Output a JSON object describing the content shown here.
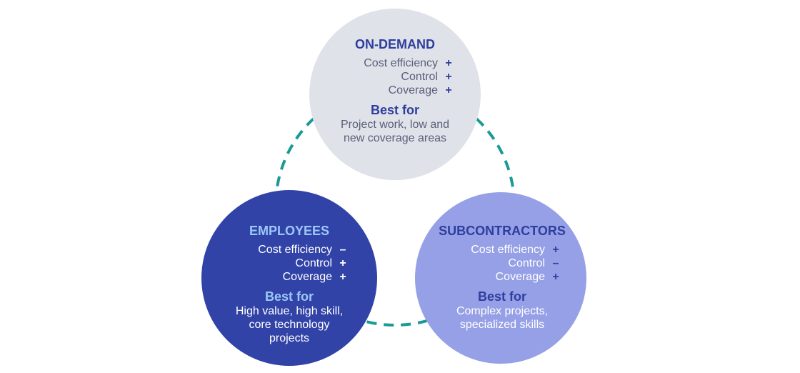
{
  "colors": {
    "dashed_ring": "#1a9a96",
    "on_demand_fill": "#dfe2e8",
    "employees_fill": "#3243a8",
    "subcontractors_fill": "#96a0e6",
    "accent": "#2e3e9e"
  },
  "circles": [
    {
      "id": "on-demand",
      "title": "ON-DEMAND",
      "rows": [
        {
          "label": "Cost efficiency",
          "sign": "+"
        },
        {
          "label": "Control",
          "sign": "+"
        },
        {
          "label": "Coverage",
          "sign": "+"
        }
      ],
      "best_label": "Best for",
      "best_lines": [
        "Project work, low and",
        "new coverage areas"
      ]
    },
    {
      "id": "employees",
      "title": "EMPLOYEES",
      "rows": [
        {
          "label": "Cost efficiency",
          "sign": "–"
        },
        {
          "label": "Control",
          "sign": "+"
        },
        {
          "label": "Coverage",
          "sign": "+"
        }
      ],
      "best_label": "Best for",
      "best_lines": [
        "High value, high skill,",
        "core technology",
        "projects"
      ]
    },
    {
      "id": "subcontractors",
      "title": "SUBCONTRACTORS",
      "rows": [
        {
          "label": "Cost efficiency",
          "sign": "+"
        },
        {
          "label": "Control",
          "sign": "–"
        },
        {
          "label": "Coverage",
          "sign": "+"
        }
      ],
      "best_label": "Best for",
      "best_lines": [
        "Complex projects,",
        "specialized skills"
      ]
    }
  ]
}
